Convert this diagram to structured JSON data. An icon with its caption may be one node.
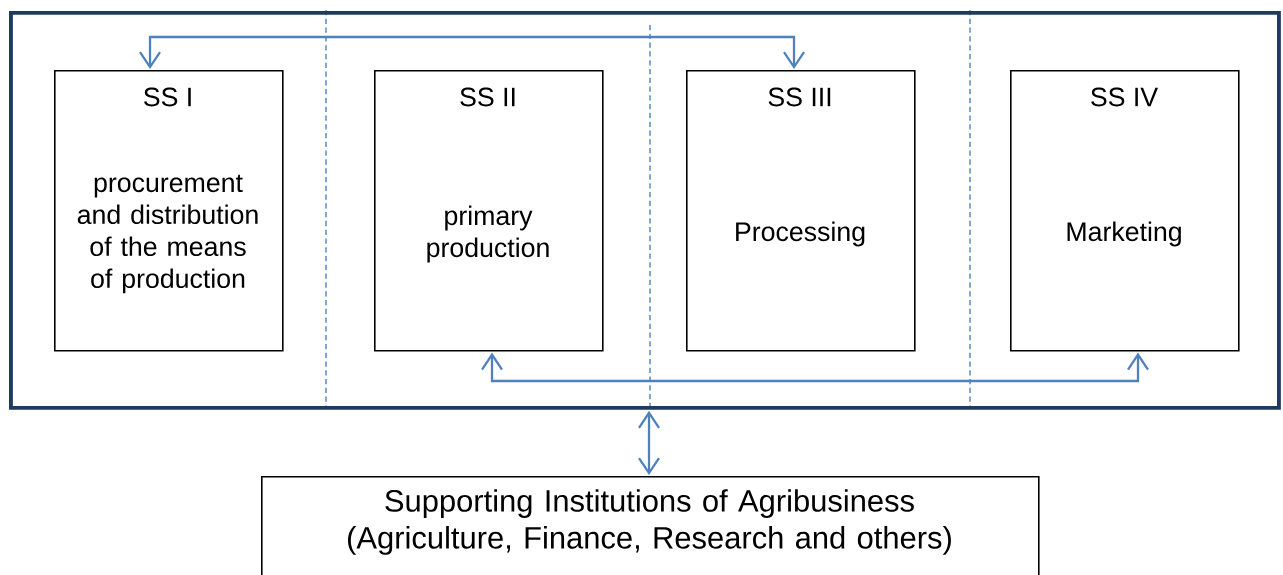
{
  "diagram": {
    "nodes": [
      {
        "text": [],
        "shape": "box"
      },
      {
        "text": [
          "SS I",
          "procurement and distribution of the means of production"
        ],
        "in": 0
      },
      {
        "text": [
          "SS II",
          "primary production"
        ],
        "in": 0
      },
      {
        "text": [
          "SS III",
          "Processing"
        ],
        "in": 0
      },
      {
        "text": [
          "SS IV",
          "Marketing"
        ],
        "in": 0
      },
      {
        "text": [
          "Supporting Institutions of Agribusiness (Agriculture, Finance, Research and others)"
        ]
      }
    ],
    "edges": [
      {
        "from": 1,
        "to": 3,
        "arrow": "both"
      },
      {
        "from": 2,
        "to": 4,
        "arrow": "both"
      },
      {
        "from": 0,
        "to": 5,
        "arrow": "both"
      }
    ]
  }
}
